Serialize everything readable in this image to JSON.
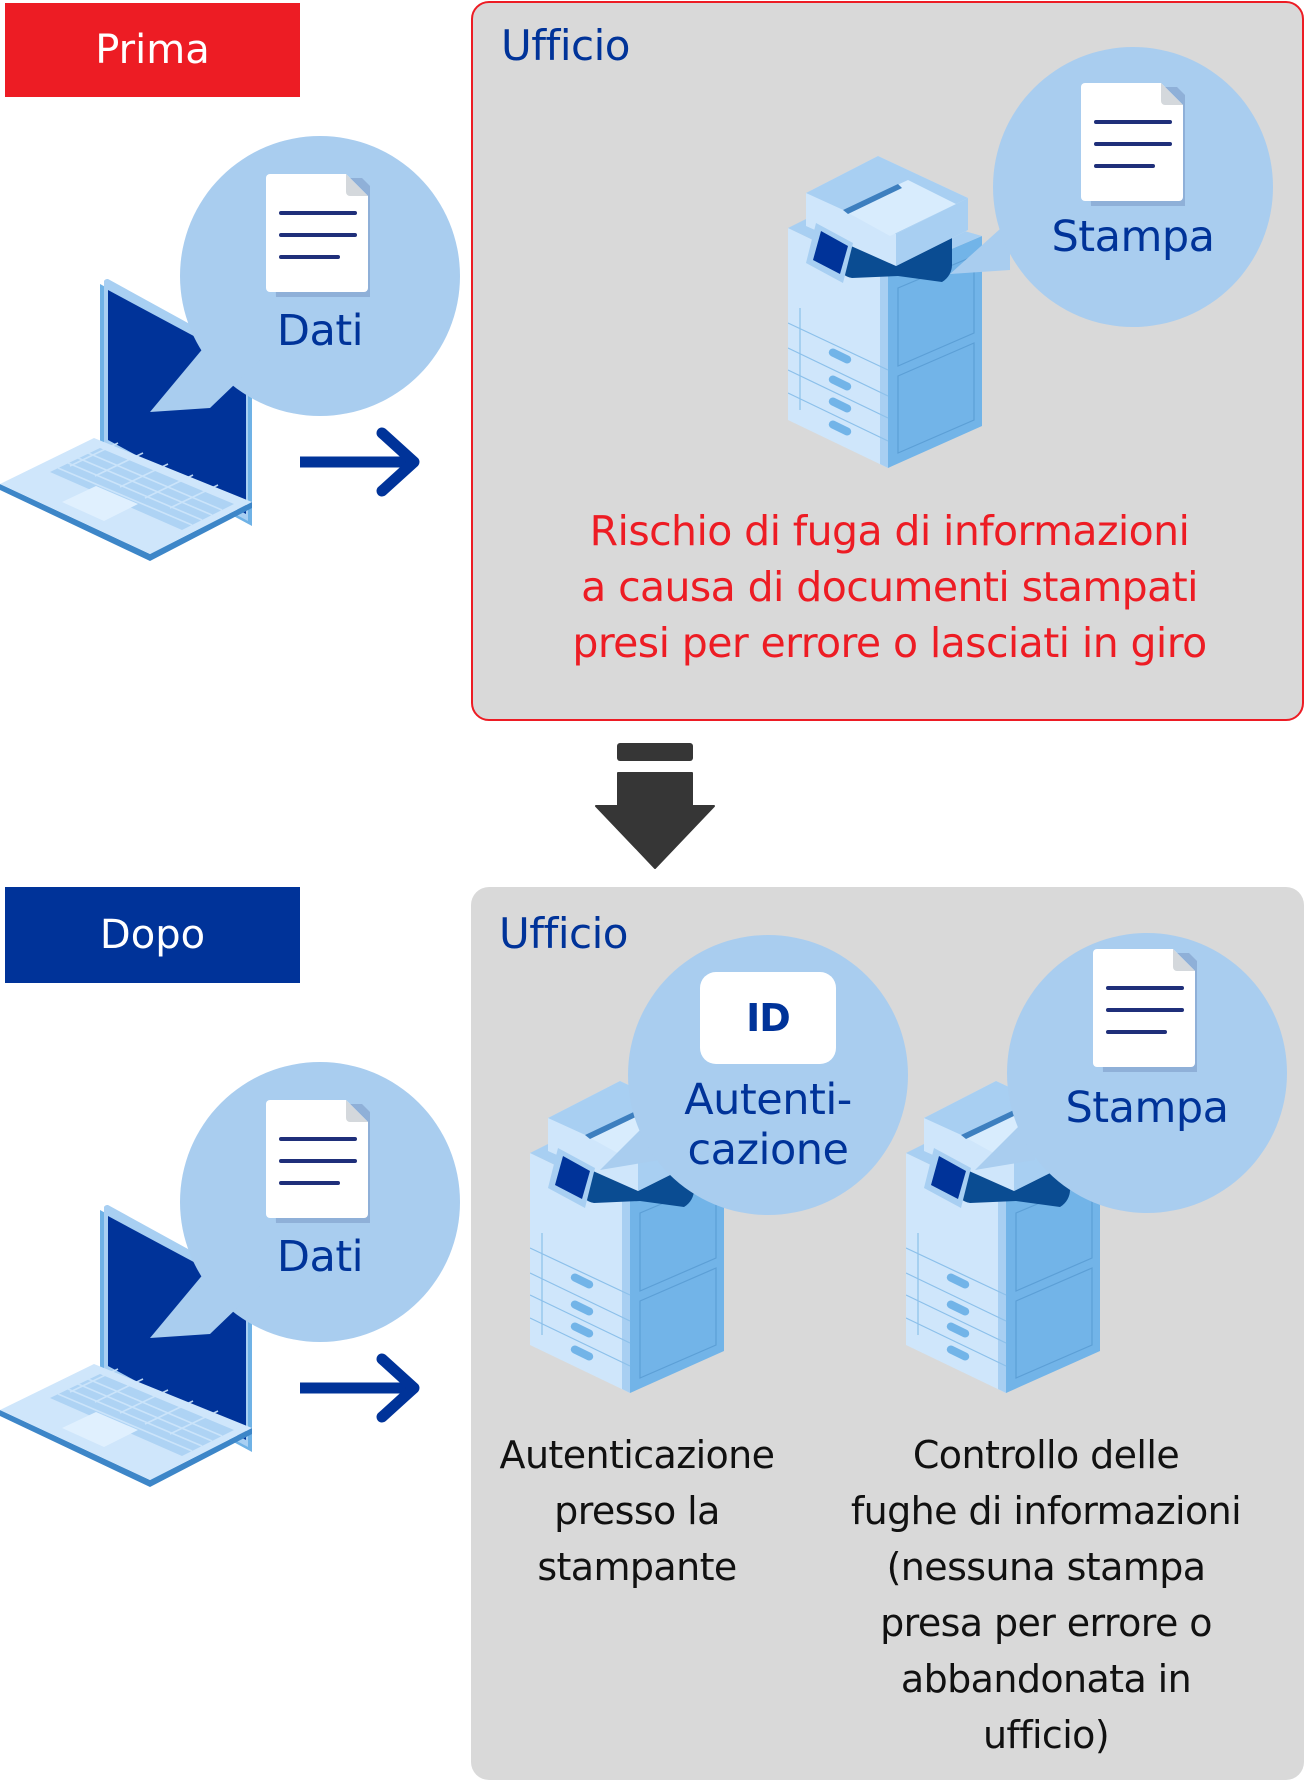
{
  "colors": {
    "before_red": "#ed1c24",
    "after_blue": "#003399",
    "office_bg": "#d9d9d9",
    "bubble_blue": "#a9cdef",
    "arrow_dark": "#363636",
    "doc_line": "#1f2f7a"
  },
  "before": {
    "label": "Prima",
    "pc_bubble": {
      "icon": "document-icon",
      "label": "Dati"
    },
    "arrow_icon": "arrow-right-icon",
    "office": {
      "title": "Ufficio",
      "printer_icon": "printer-icon",
      "print_bubble": {
        "icon": "document-icon",
        "label": "Stampa"
      },
      "risk_lines": [
        "Rischio di fuga di informazioni",
        "a causa di documenti stampati",
        "presi per errore o lasciati in giro"
      ]
    }
  },
  "transition_icon": "arrow-down-icon",
  "after": {
    "label": "Dopo",
    "pc_bubble": {
      "icon": "document-icon",
      "label": "Dati"
    },
    "arrow_icon": "arrow-right-icon",
    "office": {
      "title": "Ufficio",
      "auth_bubble": {
        "badge": "ID",
        "label_lines": [
          "Autenti-",
          "cazione"
        ]
      },
      "print_bubble": {
        "icon": "document-icon",
        "label": "Stampa"
      },
      "caption_left": [
        "Autenticazione",
        "presso la",
        "stampante"
      ],
      "caption_right": [
        "Controllo delle",
        "fughe di informazioni",
        "(nessuna stampa",
        "presa per errore o",
        "abbandonata in",
        "ufficio)"
      ]
    }
  }
}
